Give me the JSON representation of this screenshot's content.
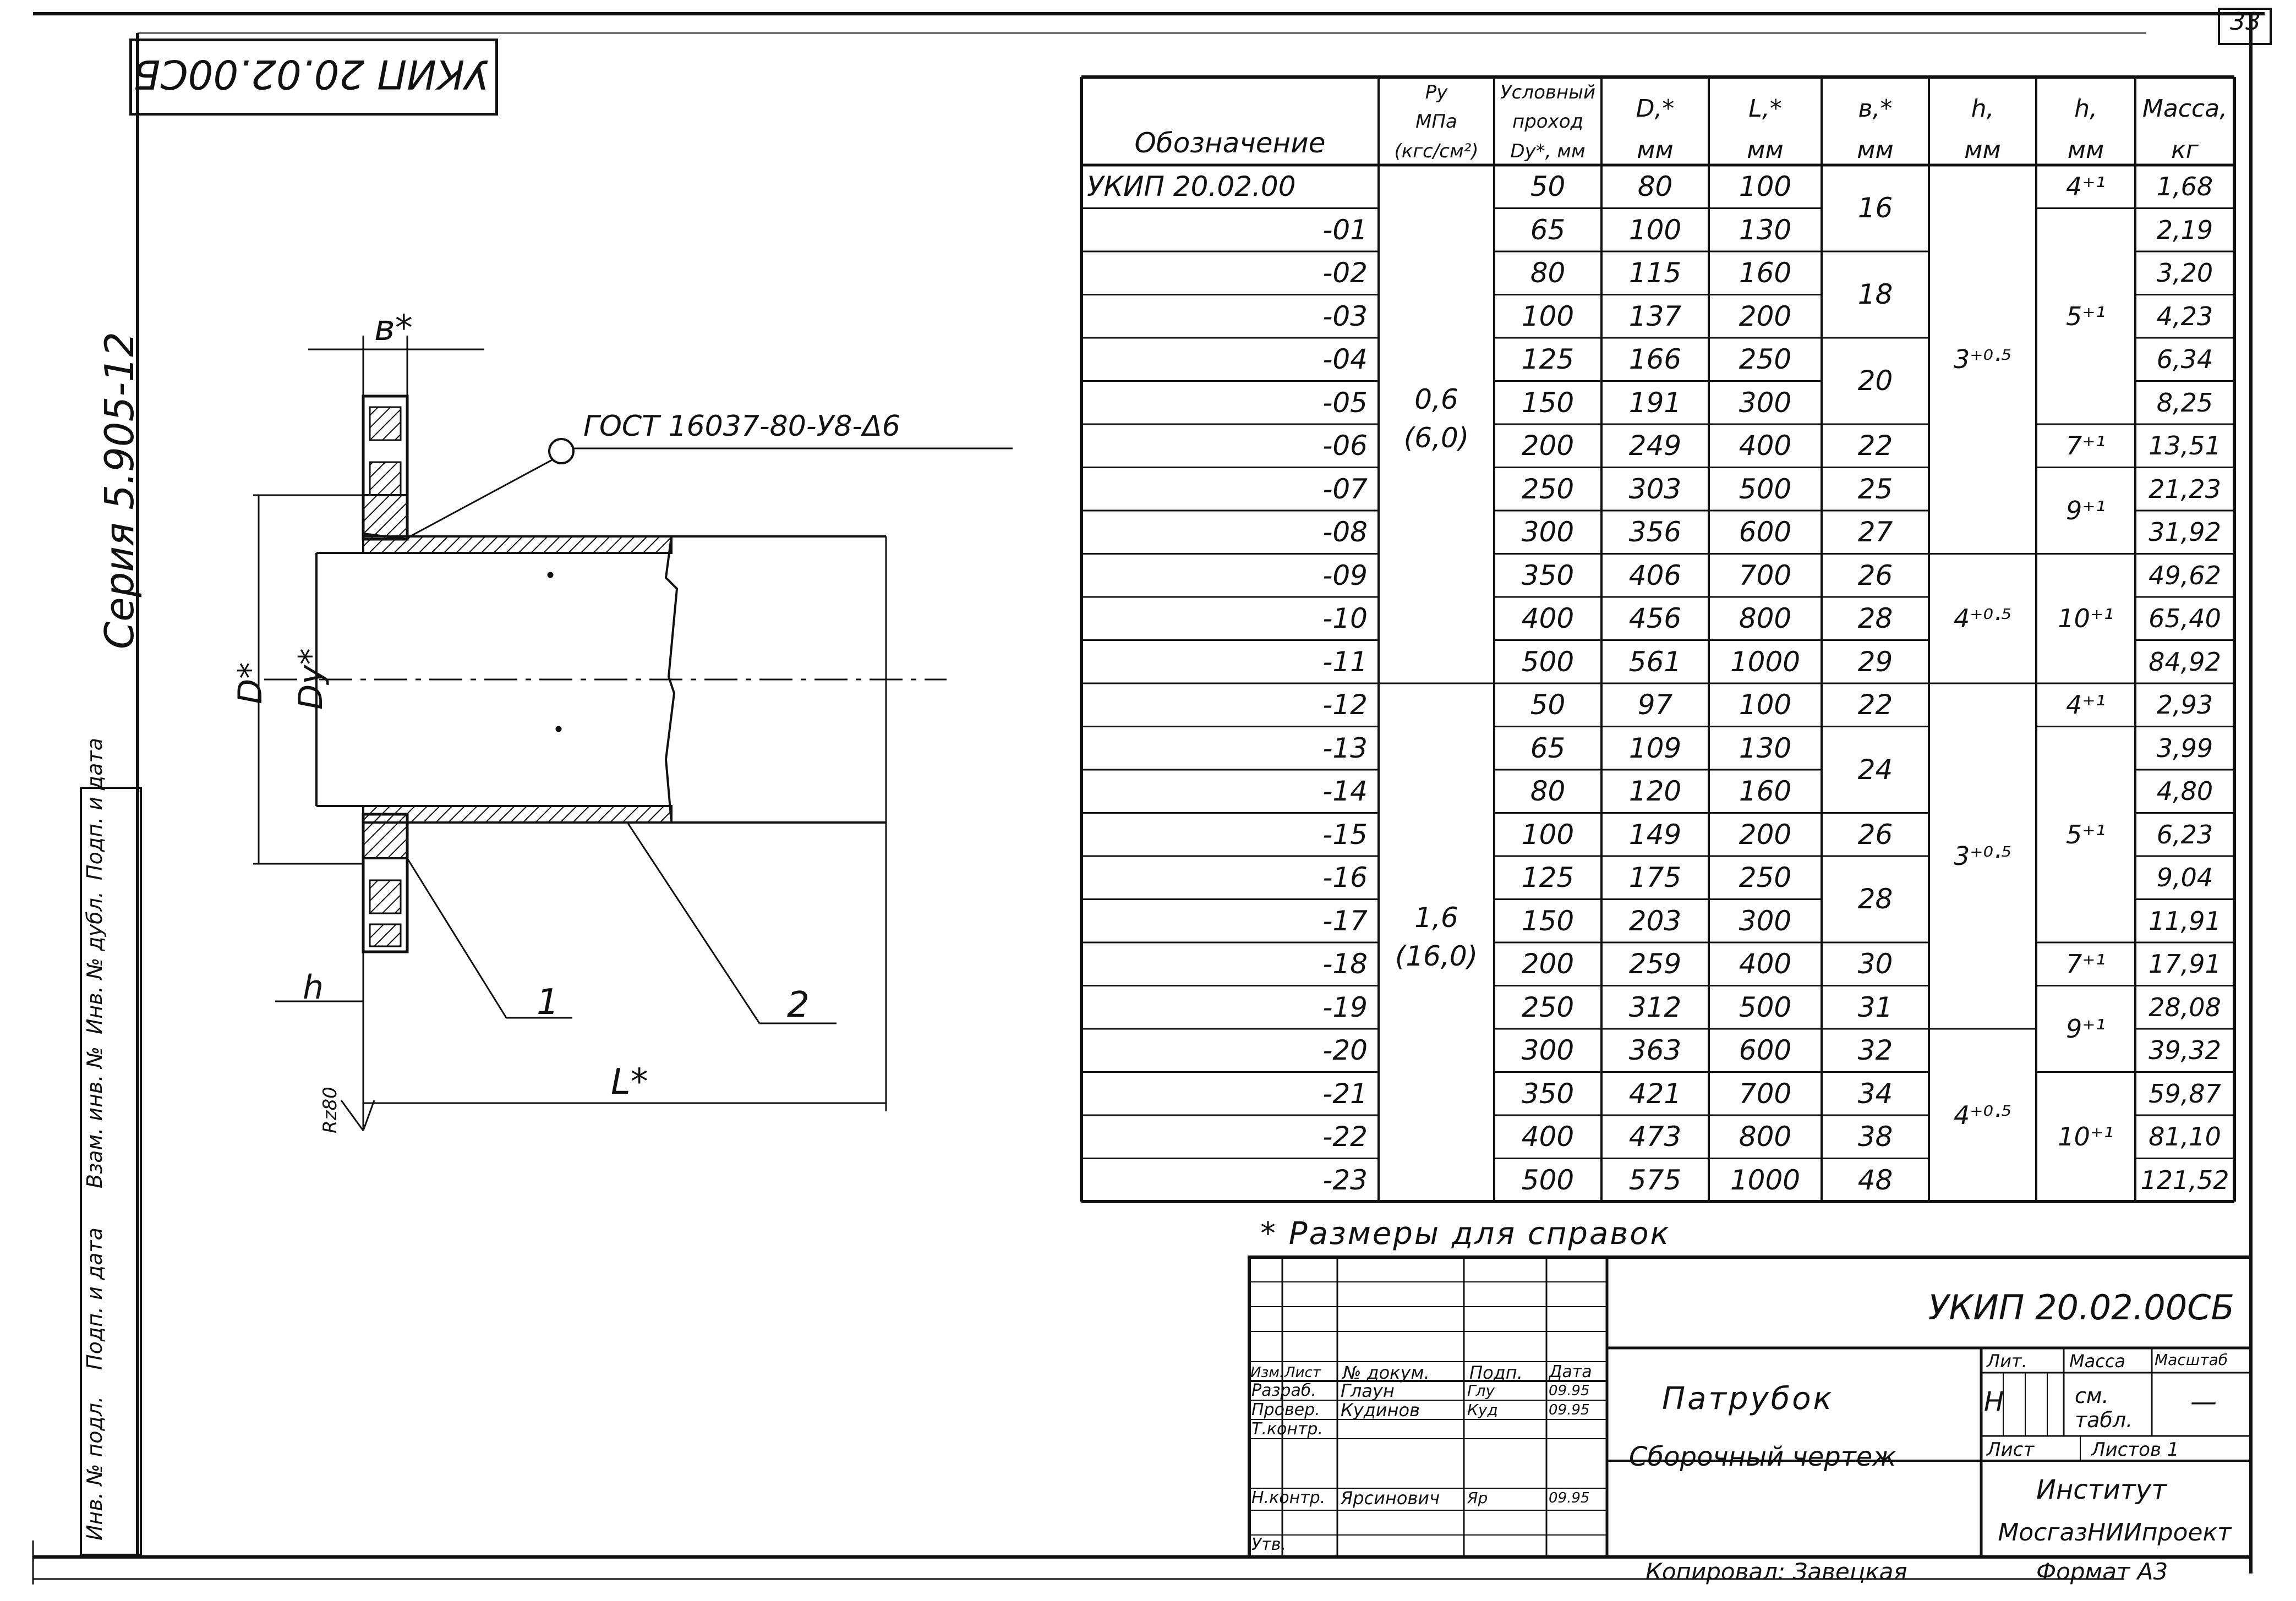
{
  "sheet": {
    "page_number": "33",
    "top_code": "УКИП 20.02.00СБ",
    "series": "Серия 5.905-12",
    "footnote": "* Размеры для справок",
    "copied": "Копировал: Завецкая",
    "format": "Формат А3"
  },
  "side_stamp": {
    "cells": [
      "Инв. № подл.",
      "Подп. и дата",
      "Взам. инв. №",
      "Инв. № дубл.",
      "Подп. и дата"
    ]
  },
  "drawing": {
    "weld_note": "ГОСТ 16037-80-У8-Δ6",
    "b_label": "в*",
    "D_label": "D*",
    "Dy_label": "Dy*",
    "h_label": "h",
    "L_label": "L*",
    "part1": "1",
    "part2": "2",
    "roughness": "Rz80"
  },
  "table": {
    "headers": {
      "designation": "Обозначение",
      "py": [
        "Py",
        "МПа",
        "(кгс/см²)"
      ],
      "dy": [
        "Условный",
        "проход",
        "Dy*, мм"
      ],
      "D": [
        "D,*",
        "мм"
      ],
      "L": [
        "L,*",
        "мм"
      ],
      "b": [
        "в,*",
        "мм"
      ],
      "h": [
        "h,",
        "мм"
      ],
      "h1": [
        "h,",
        "мм"
      ],
      "mass": [
        "Масса,",
        "кг"
      ]
    },
    "pressure": [
      {
        "mpa": "0,6",
        "kgs": "(6,0)"
      },
      {
        "mpa": "1,6",
        "kgs": "(16,0)"
      }
    ],
    "rows": [
      {
        "code": "УКИП 20.02.00",
        "dy": "50",
        "D": "80",
        "L": "100",
        "mass": "1,68"
      },
      {
        "code": "-01",
        "dy": "65",
        "D": "100",
        "L": "130",
        "mass": "2,19"
      },
      {
        "code": "-02",
        "dy": "80",
        "D": "115",
        "L": "160",
        "mass": "3,20"
      },
      {
        "code": "-03",
        "dy": "100",
        "D": "137",
        "L": "200",
        "mass": "4,23"
      },
      {
        "code": "-04",
        "dy": "125",
        "D": "166",
        "L": "250",
        "mass": "6,34"
      },
      {
        "code": "-05",
        "dy": "150",
        "D": "191",
        "L": "300",
        "mass": "8,25"
      },
      {
        "code": "-06",
        "dy": "200",
        "D": "249",
        "L": "400",
        "mass": "13,51"
      },
      {
        "code": "-07",
        "dy": "250",
        "D": "303",
        "L": "500",
        "mass": "21,23"
      },
      {
        "code": "-08",
        "dy": "300",
        "D": "356",
        "L": "600",
        "mass": "31,92"
      },
      {
        "code": "-09",
        "dy": "350",
        "D": "406",
        "L": "700",
        "mass": "49,62"
      },
      {
        "code": "-10",
        "dy": "400",
        "D": "456",
        "L": "800",
        "mass": "65,40"
      },
      {
        "code": "-11",
        "dy": "500",
        "D": "561",
        "L": "1000",
        "mass": "84,92"
      },
      {
        "code": "-12",
        "dy": "50",
        "D": "97",
        "L": "100",
        "mass": "2,93"
      },
      {
        "code": "-13",
        "dy": "65",
        "D": "109",
        "L": "130",
        "mass": "3,99"
      },
      {
        "code": "-14",
        "dy": "80",
        "D": "120",
        "L": "160",
        "mass": "4,80"
      },
      {
        "code": "-15",
        "dy": "100",
        "D": "149",
        "L": "200",
        "mass": "6,23"
      },
      {
        "code": "-16",
        "dy": "125",
        "D": "175",
        "L": "250",
        "mass": "9,04"
      },
      {
        "code": "-17",
        "dy": "150",
        "D": "203",
        "L": "300",
        "mass": "11,91"
      },
      {
        "code": "-18",
        "dy": "200",
        "D": "259",
        "L": "400",
        "mass": "17,91"
      },
      {
        "code": "-19",
        "dy": "250",
        "D": "312",
        "L": "500",
        "mass": "28,08"
      },
      {
        "code": "-20",
        "dy": "300",
        "D": "363",
        "L": "600",
        "mass": "39,32"
      },
      {
        "code": "-21",
        "dy": "350",
        "D": "421",
        "L": "700",
        "mass": "59,87"
      },
      {
        "code": "-22",
        "dy": "400",
        "D": "473",
        "L": "800",
        "mass": "81,10"
      },
      {
        "code": "-23",
        "dy": "500",
        "D": "575",
        "L": "1000",
        "mass": "121,52"
      }
    ],
    "b_groups": [
      {
        "rows": [
          0,
          1
        ],
        "value": "16"
      },
      {
        "rows": [
          2,
          3
        ],
        "value": "18"
      },
      {
        "rows": [
          4,
          5
        ],
        "value": "20"
      },
      {
        "rows": [
          6,
          6
        ],
        "value": "22"
      },
      {
        "rows": [
          7,
          7
        ],
        "value": "25"
      },
      {
        "rows": [
          8,
          8
        ],
        "value": "27"
      },
      {
        "rows": [
          9,
          9
        ],
        "value": "26"
      },
      {
        "rows": [
          10,
          10
        ],
        "value": "28"
      },
      {
        "rows": [
          11,
          11
        ],
        "value": "29"
      },
      {
        "rows": [
          12,
          12
        ],
        "value": "22"
      },
      {
        "rows": [
          13,
          14
        ],
        "value": "24"
      },
      {
        "rows": [
          15,
          15
        ],
        "value": "26"
      },
      {
        "rows": [
          16,
          17
        ],
        "value": "28"
      },
      {
        "rows": [
          18,
          18
        ],
        "value": "30"
      },
      {
        "rows": [
          19,
          19
        ],
        "value": "31"
      },
      {
        "rows": [
          20,
          20
        ],
        "value": "32"
      },
      {
        "rows": [
          21,
          21
        ],
        "value": "34"
      },
      {
        "rows": [
          22,
          22
        ],
        "value": "38"
      },
      {
        "rows": [
          23,
          23
        ],
        "value": "48"
      }
    ],
    "h_groups": [
      {
        "rows": [
          0,
          8
        ],
        "value": "3⁺⁰·⁵"
      },
      {
        "rows": [
          9,
          11
        ],
        "value": "4⁺⁰·⁵"
      },
      {
        "rows": [
          12,
          19
        ],
        "value": "3⁺⁰·⁵"
      },
      {
        "rows": [
          20,
          23
        ],
        "value": "4⁺⁰·⁵"
      }
    ],
    "h1_groups": [
      {
        "rows": [
          0,
          0
        ],
        "value": "4⁺¹"
      },
      {
        "rows": [
          1,
          5
        ],
        "value": "5⁺¹"
      },
      {
        "rows": [
          6,
          6
        ],
        "value": "7⁺¹"
      },
      {
        "rows": [
          7,
          8
        ],
        "value": "9⁺¹"
      },
      {
        "rows": [
          9,
          11
        ],
        "value": "10⁺¹"
      },
      {
        "rows": [
          12,
          12
        ],
        "value": "4⁺¹"
      },
      {
        "rows": [
          13,
          17
        ],
        "value": "5⁺¹"
      },
      {
        "rows": [
          18,
          18
        ],
        "value": "7⁺¹"
      },
      {
        "rows": [
          19,
          20
        ],
        "value": "9⁺¹"
      },
      {
        "rows": [
          21,
          23
        ],
        "value": "10⁺¹"
      }
    ]
  },
  "title_block": {
    "doc_code": "УКИП 20.02.00СБ",
    "title1": "Патрубок",
    "title2": "Сборочный чертеж",
    "header_cells": [
      "Изм.",
      "Лист",
      "№ докум.",
      "Подп.",
      "Дата"
    ],
    "roles": [
      {
        "role": "Разраб.",
        "name": "Глаун",
        "sign": "Глу",
        "date": "09.95"
      },
      {
        "role": "Провер.",
        "name": "Кудинов",
        "sign": "Куд",
        "date": "09.95"
      },
      {
        "role": "Т.контр.",
        "name": "",
        "sign": "",
        "date": ""
      },
      {
        "role": "Н.контр.",
        "name": "Ярсинович",
        "sign": "Яр",
        "date": "09.95"
      },
      {
        "role": "Утв.",
        "name": "",
        "sign": "",
        "date": ""
      }
    ],
    "lit_label": "Лит.",
    "mass_label": "Масса",
    "scale_label": "Масштаб",
    "lit_value": "Н",
    "mass_value": "см. табл.",
    "scale_value": "—",
    "sheet_label": "Лист",
    "sheets_label": "Листов 1",
    "org1": "Институт",
    "org2": "МосгазНИИпроект"
  }
}
